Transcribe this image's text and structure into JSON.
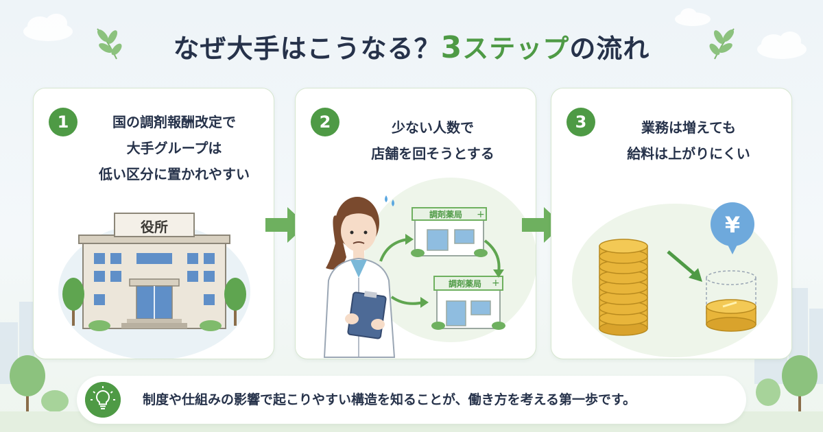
{
  "title": {
    "prefix": "なぜ大手はこうなる？",
    "accent_number": "3",
    "accent_text": "ステップ",
    "suffix": "の流れ"
  },
  "steps": [
    {
      "number": "1",
      "lines": [
        "国の調剤報酬改定で",
        "大手グループは",
        "低い区分に置かれやすい"
      ],
      "illustration": {
        "sign": "役所"
      }
    },
    {
      "number": "2",
      "lines": [
        "少ない人数で",
        "店舗を回そうとする"
      ],
      "illustration": {
        "store_sign_top": "調剤薬局",
        "store_sign_bottom": "調剤薬局"
      }
    },
    {
      "number": "3",
      "lines": [
        "業務は増えても",
        "給料は上がりにくい"
      ],
      "illustration": {
        "currency_symbol": "¥"
      }
    }
  ],
  "footer": {
    "text": "制度や仕組みの影響で起こりやすい構造を知ることが、働き方を考える第一歩です。"
  },
  "colors": {
    "accent_green": "#4e9a45",
    "title_navy": "#26324a",
    "card_border": "#d6e6cf",
    "coin_gold": "#e8b53a"
  }
}
